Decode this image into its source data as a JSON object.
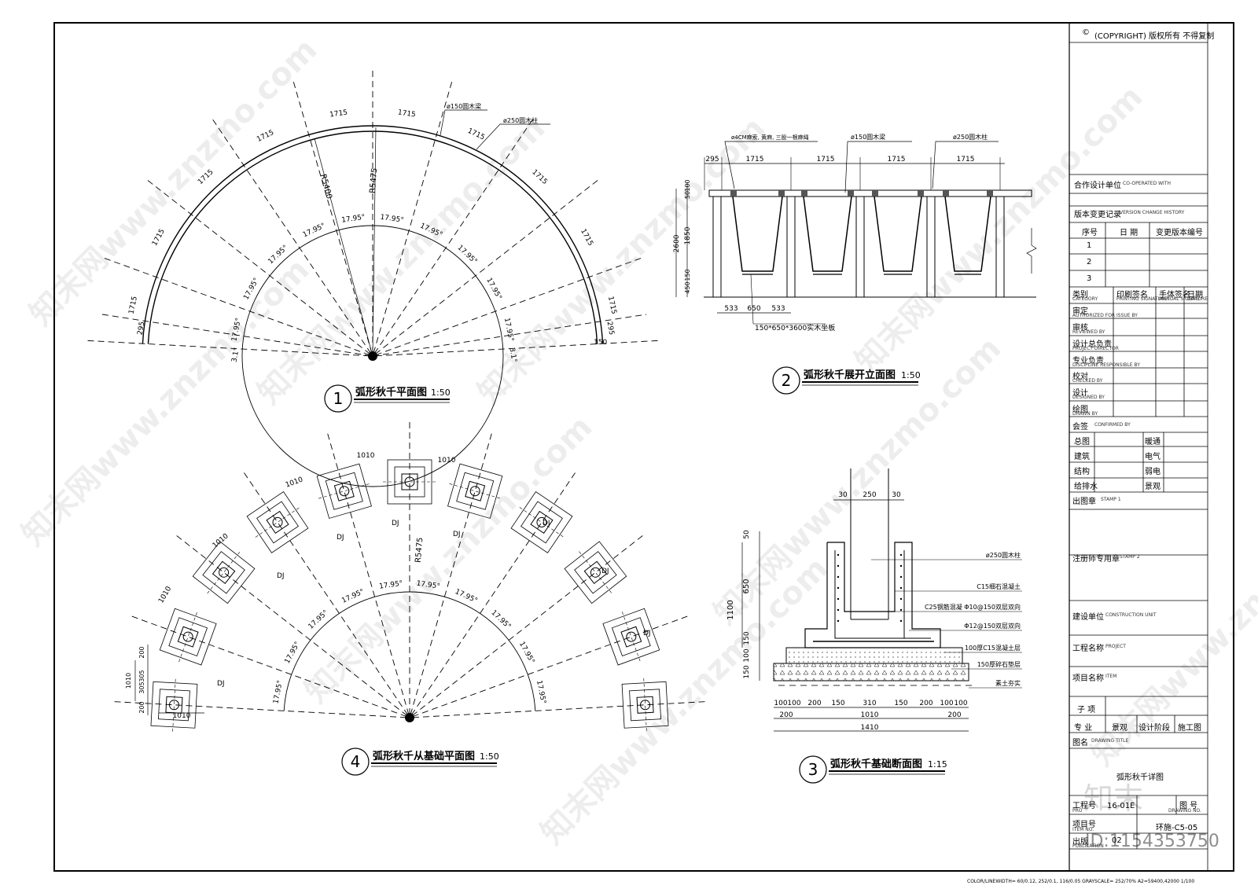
{
  "copyright": "(COPYRIGHT) 版权所有 不得复制",
  "copyright_symbol": "©",
  "titleblock": {
    "coop": {
      "cn": "合作设计单位",
      "en": "CO-OPERATED WITH"
    },
    "version": {
      "cn": "版本变更记录",
      "en": "VERSION CHANGE HISTORY"
    },
    "version_headers": [
      "序号",
      "日 期",
      "变更版本编号"
    ],
    "version_rows": [
      "1",
      "2",
      "3"
    ],
    "sign_headers": [
      {
        "cn": "类别",
        "en": "CATEGORY"
      },
      {
        "cn": "印刷签名",
        "en": "PRINTING SIGNATURE"
      },
      {
        "cn": "手体签名",
        "en": "MANUAL SIGNATURE"
      },
      {
        "cn": "日期",
        "en": "DATE"
      }
    ],
    "sign_rows": [
      {
        "cn": "审定",
        "en": "AUTHORIZED FOR ISSUE BY"
      },
      {
        "cn": "审核",
        "en": "REVIEWED BY"
      },
      {
        "cn": "设计总负责",
        "en": "PROJECT DIRECTOR"
      },
      {
        "cn": "专业负责",
        "en": "DISCIPLINE RESPONSIBLE BY"
      },
      {
        "cn": "校对",
        "en": "CHECKED BY"
      },
      {
        "cn": "设计",
        "en": "DESIGNED BY"
      },
      {
        "cn": "绘图",
        "en": "DRAWN BY"
      }
    ],
    "confirm": {
      "cn": "会签",
      "en": "CONFIRMED BY"
    },
    "confirm_rows": [
      [
        "总图",
        "暖通"
      ],
      [
        "建筑",
        "电气"
      ],
      [
        "结构",
        "弱电"
      ],
      [
        "给排水",
        "景观"
      ]
    ],
    "stamp1": {
      "cn": "出图章",
      "en": "STAMP 1"
    },
    "stamp2": {
      "cn": "注册师专用章",
      "en": "STAMP 2"
    },
    "construction": {
      "cn": "建设单位",
      "en": "CONSTRUCTION UNIT"
    },
    "project": {
      "cn": "工程名称",
      "en": "PROJECT"
    },
    "item": {
      "cn": "项目名称",
      "en": "ITEM"
    },
    "sub_item": "子 项",
    "major": "专 业",
    "major_val": "景观",
    "stage": "设计阶段",
    "stage_val": "施工图",
    "drawing_title": {
      "cn": "图名",
      "en": "DRAWING TITLE"
    },
    "drawing_title_val": "弧形秋千详图",
    "project_no": "工程号",
    "project_no_en": "PRO",
    "project_no_val": "16-01E",
    "drawing_no": "图 号",
    "drawing_no_en": "DRAWING NO.",
    "drawing_no_val": "环施-C5-05",
    "item_no": "项目号",
    "item_no_en": "ITEM NO.",
    "publication": "出版",
    "publication_en": "PUBLICATION",
    "publication_val": "02"
  },
  "views": [
    {
      "num": "1",
      "title": "弧形秋千平面图",
      "scale": "1:50"
    },
    {
      "num": "2",
      "title": "弧形秋千展开立面图",
      "scale": "1:50"
    },
    {
      "num": "3",
      "title": "弧形秋千基础断面图",
      "scale": "1:15"
    },
    {
      "num": "4",
      "title": "弧形秋千从基础平面图",
      "scale": "1:50"
    }
  ],
  "plan": {
    "seg": "1715",
    "end": "295",
    "angle": "17.95°",
    "edge_angle": "3.1°",
    "r_inner": "R5400",
    "r_outer": "R5475",
    "width": "150",
    "beam_note": "ø150圆木梁",
    "col_note": "ø250圆木柱"
  },
  "elevation": {
    "note1": "ø4CM麻索, 黄麻, 三股一根麻绳",
    "note2": "ø150圆木梁",
    "note3": "ø250圆木柱",
    "top_dims": [
      "295",
      "1715",
      "1715",
      "1715",
      "1715"
    ],
    "left_dims": [
      "100",
      "50",
      "2600",
      "1850",
      "150",
      "450"
    ],
    "bottom_dims": [
      "533",
      "650",
      "533"
    ],
    "seat_note": "150*650*3600实木坐板"
  },
  "section": {
    "top_dims": [
      "30",
      "250",
      "30"
    ],
    "left_dims": [
      "50",
      "650",
      "1100",
      "150",
      "100",
      "150"
    ],
    "notes": [
      "ø250圆木柱",
      "C15细石混凝土",
      "C25钢筋混凝 Φ10@150双层双向",
      "Φ12@150双层双向",
      "100厚C15混凝土层",
      "150厚碎石垫层",
      "素土夯实"
    ],
    "bottom1": [
      "100",
      "100",
      "200",
      "150",
      "310",
      "150",
      "200",
      "100",
      "100"
    ],
    "bottom2": [
      "200",
      "1010",
      "200"
    ],
    "bottom3": "1410"
  },
  "foundation": {
    "dim": "1010",
    "label": "DJ",
    "radius": "R5475",
    "angle": "17.95°",
    "side_dims": [
      "200",
      "305",
      "305",
      "200",
      "1010"
    ]
  },
  "watermark": "知末网www.znzmo.com",
  "logo": "知末",
  "id_text": "ID:1154353750",
  "footer": "COLOR/LINEWIDTH= 60/0.12, 252/0.1, 116/0.05  GRAYSCALE= 252/70%  A2=59400,42000 1/100"
}
